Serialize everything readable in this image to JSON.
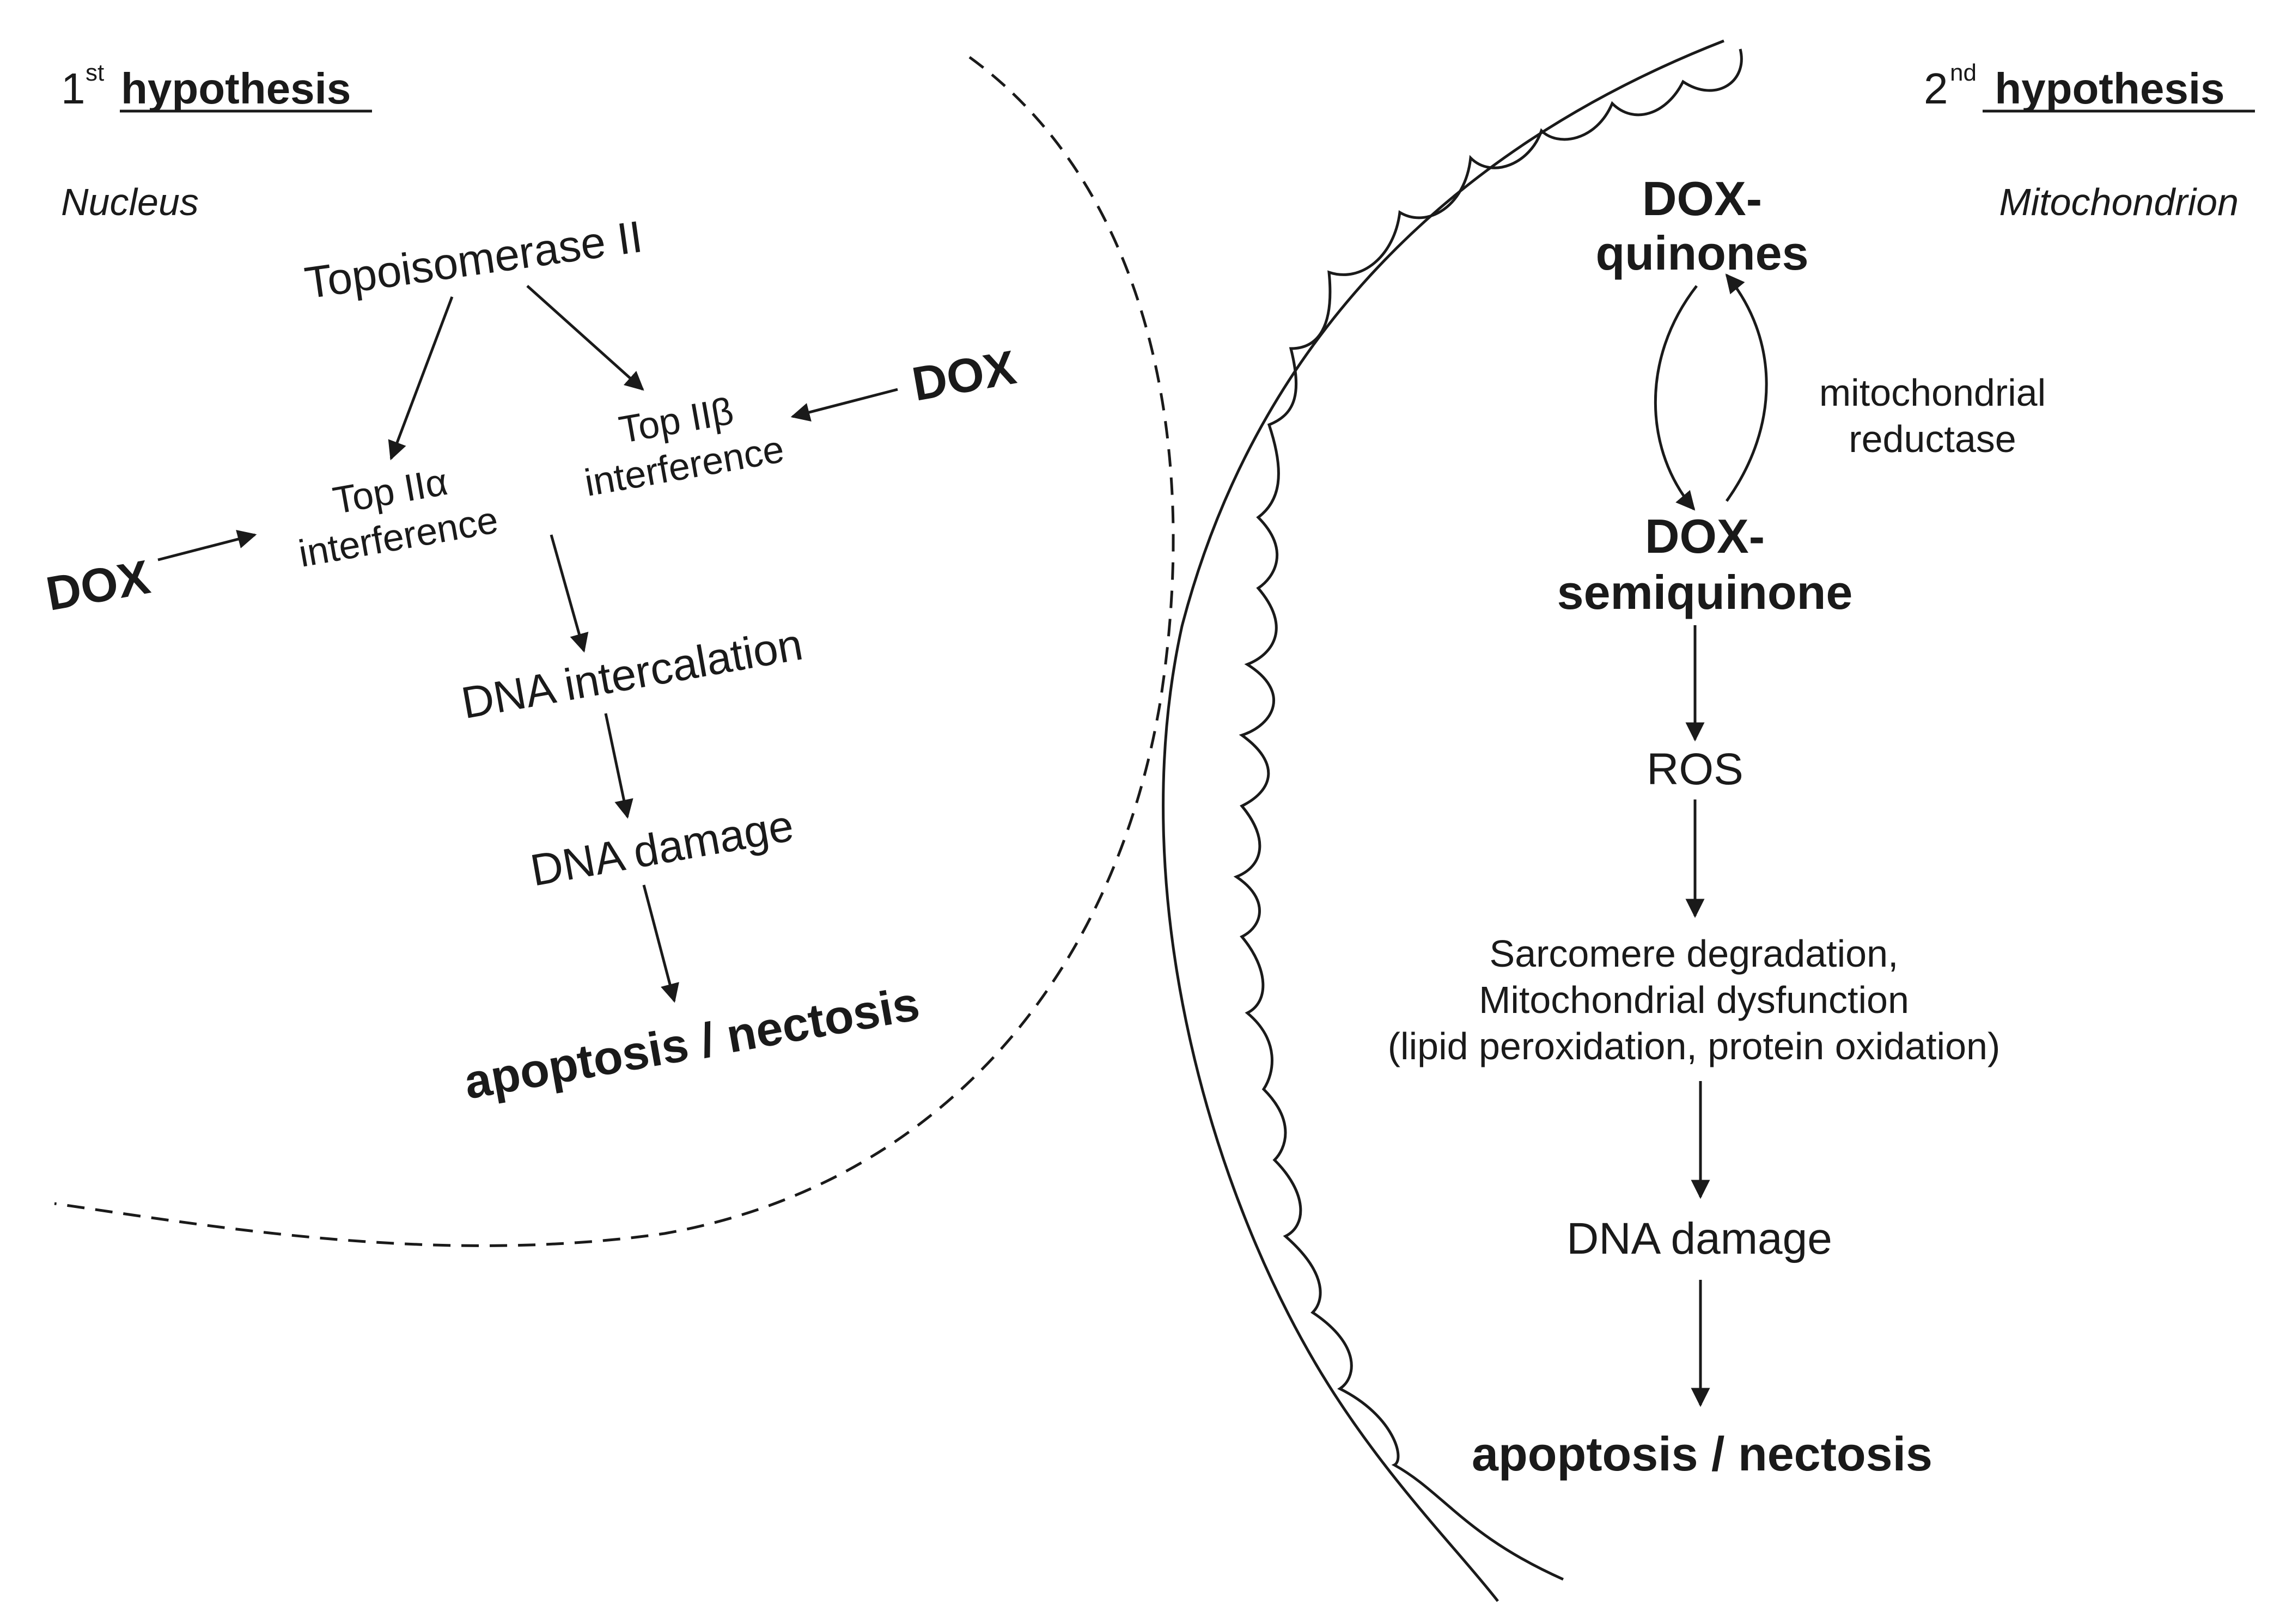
{
  "left": {
    "heading_prefix": "1",
    "heading_sup": "st",
    "heading_word": "hypothesis",
    "compartment": "Nucleus",
    "nodes": {
      "topo": "Topoisomerase II",
      "top2b_line1": "Top IIβ",
      "top2b_line2": "interference",
      "top2a_line1": "Top IIα",
      "top2a_line2": "interference",
      "dox_right": "DOX",
      "dox_left": "DOX",
      "intercalation": "DNA intercalation",
      "damage": "DNA damage",
      "outcome": "apoptosis / nectosis"
    }
  },
  "right": {
    "heading_prefix": "2",
    "heading_sup": "nd",
    "heading_word": " hypothesis",
    "compartment": "Mitochondrion",
    "nodes": {
      "quinones_line1": "DOX-",
      "quinones_line2": "quinones",
      "reductase_line1": "mitochondrial",
      "reductase_line2": "reductase",
      "semi_line1": "DOX-",
      "semi_line2": "semiquinone",
      "ros": "ROS",
      "sarc_line1": "Sarcomere degradation,",
      "sarc_line2": "Mitochondrial dysfunction",
      "sarc_line3": "(lipid peroxidation, protein oxidation)",
      "damage": "DNA damage",
      "outcome": "apoptosis / nectosis"
    }
  }
}
